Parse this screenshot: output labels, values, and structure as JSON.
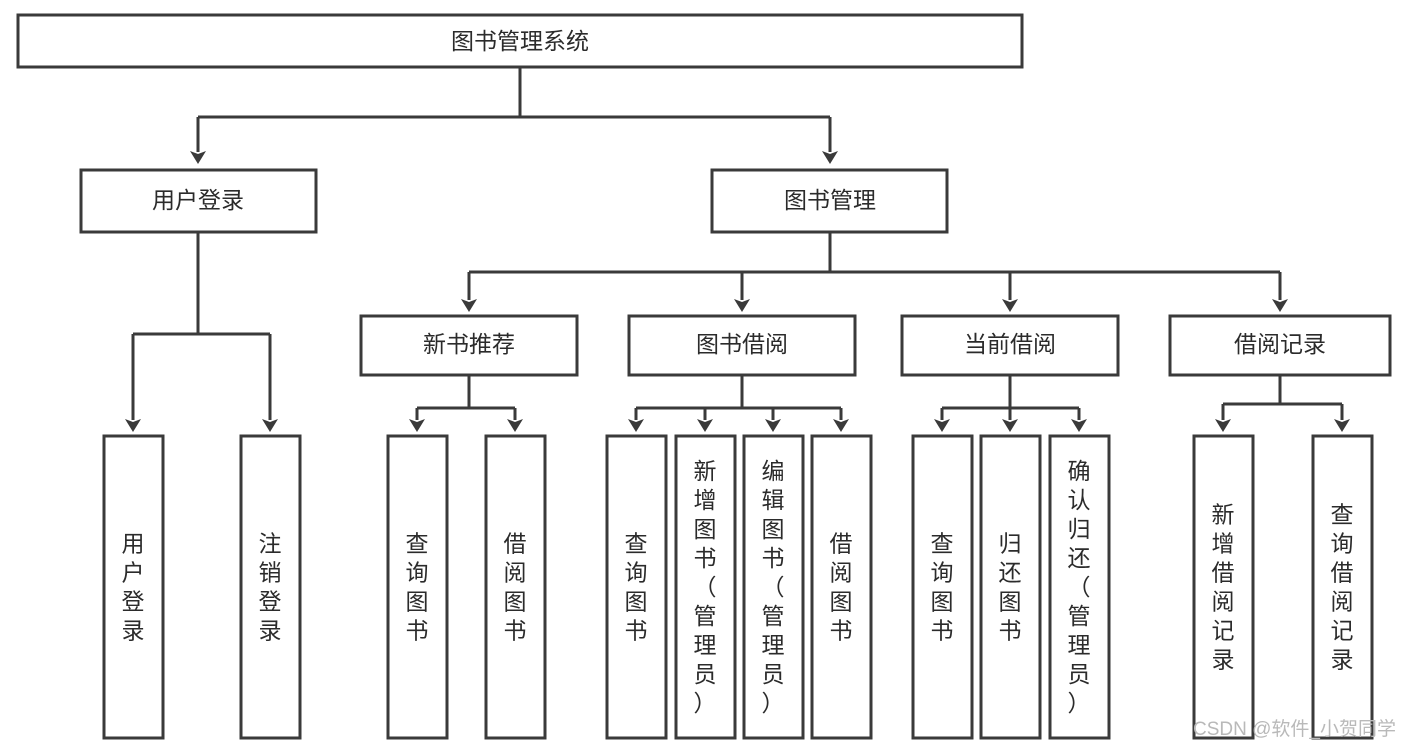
{
  "diagram": {
    "title": "图书管理系统",
    "type": "tree-hierarchy",
    "levels": 4,
    "colors": {
      "stroke": "#3a3a3a",
      "fill": "#ffffff",
      "text": "#2b2b2b",
      "background": "#ffffff",
      "watermark": "#b9b9b9"
    },
    "root": {
      "label": "图书管理系统"
    },
    "level2": [
      {
        "label": "用户登录"
      },
      {
        "label": "图书管理"
      }
    ],
    "level3": [
      {
        "label": "新书推荐"
      },
      {
        "label": "图书借阅"
      },
      {
        "label": "当前借阅"
      },
      {
        "label": "借阅记录"
      }
    ],
    "leaves_user_login": [
      {
        "label": "用户登录"
      },
      {
        "label": "注销登录"
      }
    ],
    "leaves_new_books": [
      {
        "label": "查询图书"
      },
      {
        "label": "借阅图书"
      }
    ],
    "leaves_borrow": [
      {
        "label": "查询图书"
      },
      {
        "label": "新增图书（管理员）"
      },
      {
        "label": "编辑图书（管理员）"
      },
      {
        "label": "借阅图书"
      }
    ],
    "leaves_current": [
      {
        "label": "查询图书"
      },
      {
        "label": "归还图书"
      },
      {
        "label": "确认归还（管理员）"
      }
    ],
    "leaves_records": [
      {
        "label": "新增借阅记录"
      },
      {
        "label": "查询借阅记录"
      }
    ]
  },
  "watermark": {
    "text": "CSDN @软件_小贺同学"
  }
}
